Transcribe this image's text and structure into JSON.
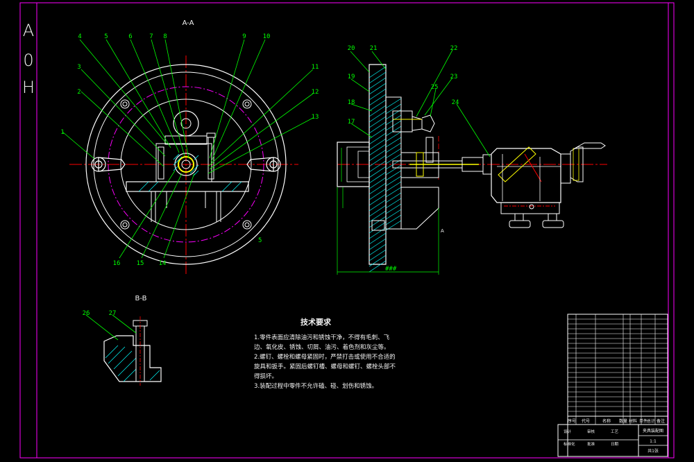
{
  "sheet": {
    "size_label": "A0H",
    "colors": {
      "background": "#000000",
      "border": "#ff00ff",
      "outline": "#ffffff",
      "leader": "#00ff00",
      "center": "#ff0000",
      "hatch": "#00ffff",
      "accent": "#ffff00",
      "body": "#a0a0a0"
    }
  },
  "views": {
    "section_aa": "A-A",
    "section_bb": "B-B"
  },
  "balloons": {
    "aa_top": [
      "4",
      "5",
      "6",
      "7",
      "8",
      "9",
      "10"
    ],
    "aa_left": [
      "3",
      "2",
      "1"
    ],
    "aa_right": [
      "11",
      "12",
      "13"
    ],
    "aa_bottom": [
      "16",
      "15",
      "14"
    ],
    "side": [
      "20",
      "21",
      "19",
      "18",
      "17",
      "22",
      "23",
      "24",
      "25"
    ],
    "bb": [
      "26",
      "27"
    ]
  },
  "tech_req": {
    "title": "技术要求",
    "lines": [
      "1.零件表面应清除油污和锈蚀干净，不得有毛刺、飞",
      "边、氧化皮、锈蚀、切屑、油污、着色剂和灰尘等。",
      "2.螺钉、螺栓和螺母紧固时，严禁打击或使用不合适的",
      "旋具和扳手。紧固后螺钉槽、螺母和螺钉、螺栓头部不",
      "得损坏。",
      "3.装配过程中零件不允许磕、碰、划伤和锈蚀。"
    ]
  },
  "title_block": {
    "header": [
      "序号",
      "代号",
      "名称",
      "数量",
      "材料",
      "单件",
      "总计",
      "备注"
    ],
    "footer": [
      "设计",
      "审核",
      "工艺",
      "标准化",
      "批准",
      "日期"
    ],
    "drawing_name": "夹具装配图",
    "scale": "1:1",
    "sheet_count": "共1张"
  }
}
